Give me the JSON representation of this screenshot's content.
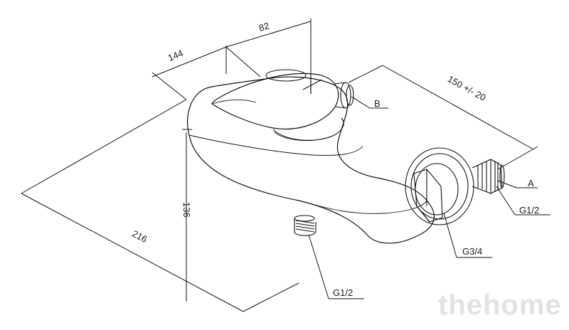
{
  "dimensions": {
    "width_82": "82",
    "depth_144": "144",
    "centers": "150 +/- 20",
    "height_136": "136",
    "length_216": "216"
  },
  "labels": {
    "inlet_a": "A",
    "inlet_b": "B",
    "thread_a": "G1/2",
    "thread_nut": "G3/4",
    "thread_outlet": "G1/2"
  },
  "watermark": "thehome"
}
